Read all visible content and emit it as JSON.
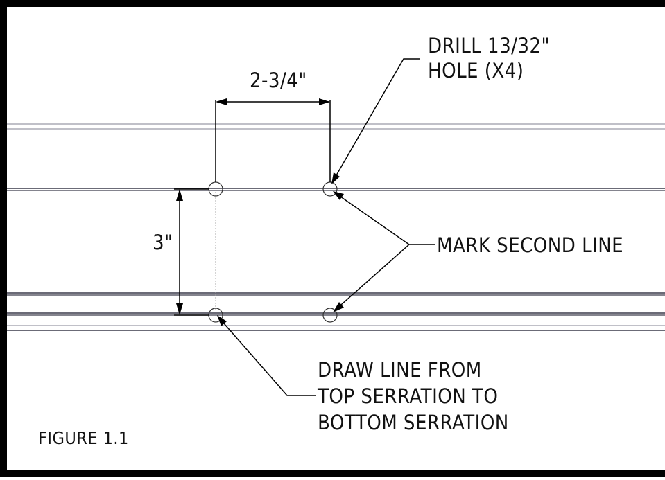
{
  "drawing": {
    "dim_horizontal": "2-3/4\"",
    "dim_vertical": "3\"",
    "drill_note": [
      "DRILL 13/32\"",
      "HOLE (X4)"
    ],
    "mark_note": "MARK SECOND LINE",
    "draw_note": [
      "DRAW LINE FROM",
      "TOP SERRATION TO",
      "BOTTOM SERRATION"
    ],
    "figure_caption": "FIGURE 1.1"
  },
  "colors": {
    "border": "#000000",
    "rail": "#3a3a4a",
    "rail_light": "#9a9aa6",
    "text": "#111111"
  }
}
